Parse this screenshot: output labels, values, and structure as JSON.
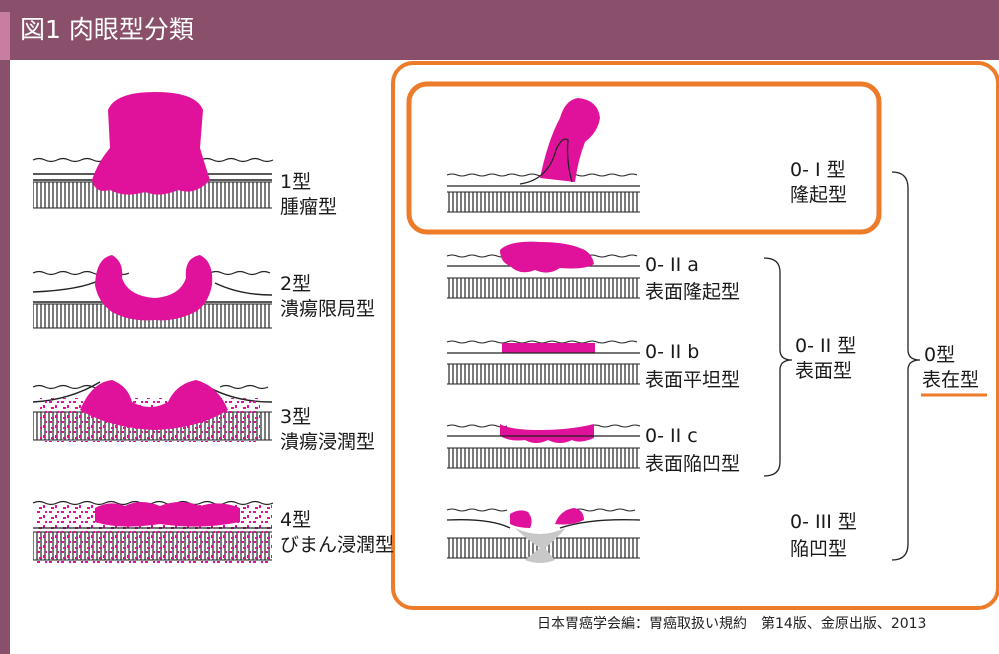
{
  "header": {
    "title": "図1 肉眼型分類",
    "accent_color": "#8a4f6a"
  },
  "types": {
    "t1": {
      "num": "1型",
      "name": "腫瘤型"
    },
    "t2": {
      "num": "2型",
      "name": "潰瘍限局型"
    },
    "t3": {
      "num": "3型",
      "name": "潰瘍浸潤型"
    },
    "t4": {
      "num": "4型",
      "name": "びまん浸潤型"
    }
  },
  "superficial": {
    "t0_1": {
      "num": "0- I 型",
      "name": "隆起型"
    },
    "t0_2a": {
      "num": "0- II a",
      "name": "表面隆起型"
    },
    "t0_2b": {
      "num": "0- II b",
      "name": "表面平坦型"
    },
    "t0_2c": {
      "num": "0- II c",
      "name": "表面陥凹型"
    },
    "t0_2": {
      "num": "0- II 型",
      "name": "表面型"
    },
    "t0_3": {
      "num": "0- III 型",
      "name": "陥凹型"
    },
    "t0": {
      "num": "0型",
      "name": "表在型"
    }
  },
  "credit": "日本胃癌学会編：胃癌取扱い規約　第14版、金原出版、2013",
  "colors": {
    "tumor": "#e0119a",
    "highlight": "#ec7b2a",
    "muscle": "#222222",
    "erosion": "#c8c8c8"
  }
}
